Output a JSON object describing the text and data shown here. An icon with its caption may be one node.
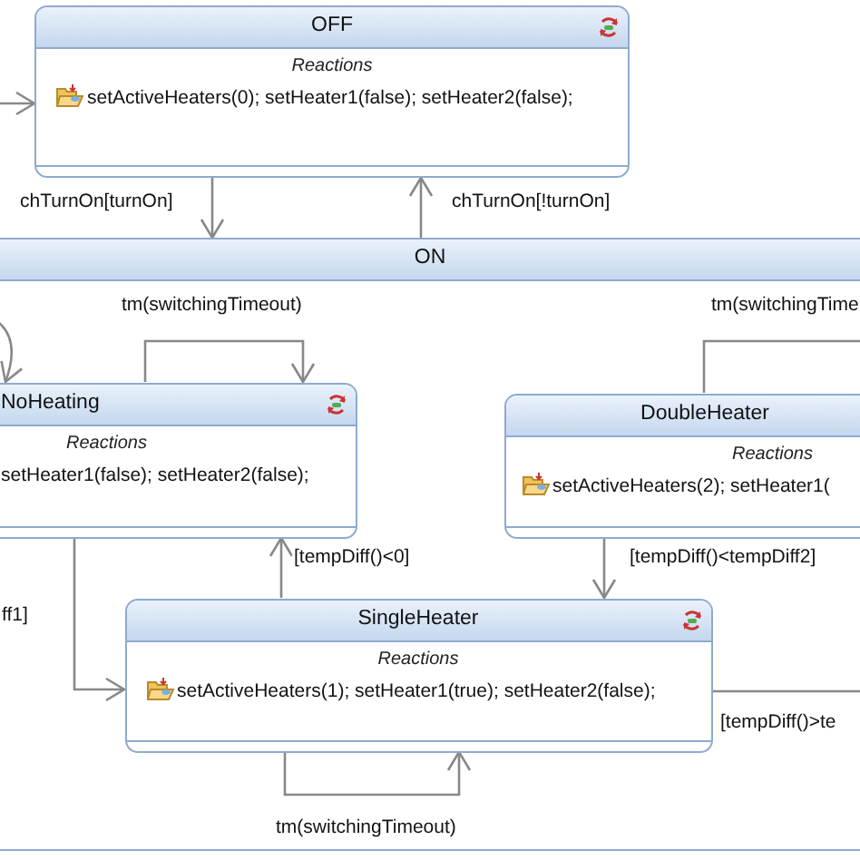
{
  "diagram": {
    "nodes": [
      {
        "text": [
          "OFF",
          "Reactions",
          "setActiveHeaters(0); setHeater1(false); setHeater2(false);"
        ]
      },
      {
        "text": [
          "ON"
        ]
      },
      {
        "text": [
          "NoHeating",
          "Reactions",
          "setHeater1(false); setHeater2(false);"
        ],
        "in": 1
      },
      {
        "text": [
          "DoubleHeater",
          "Reactions",
          "setActiveHeaters(2); setHeater1("
        ],
        "in": 1
      },
      {
        "text": [
          "SingleHeater",
          "Reactions",
          "setActiveHeaters(1); setHeater1(true); setHeater2(false);"
        ],
        "in": 1
      }
    ],
    "edges": [
      {
        "from": null,
        "to": 0,
        "arrow": "to"
      },
      {
        "from": 0,
        "to": 1,
        "arrow": "to",
        "label": "chTurnOn[turnOn]"
      },
      {
        "from": 1,
        "to": 0,
        "arrow": "to",
        "label": "chTurnOn[!turnOn]"
      },
      {
        "from": 2,
        "to": 2,
        "arrow": "to",
        "label": "tm(switchingTimeout)"
      },
      {
        "from": null,
        "to": 2,
        "arrow": "to"
      },
      {
        "from": 2,
        "to": 4,
        "arrow": "to",
        "label": "ff1]"
      },
      {
        "from": 4,
        "to": 2,
        "arrow": "to",
        "label": "[tempDiff()<0]"
      },
      {
        "from": 3,
        "to": null,
        "arrow": "none",
        "label": "tm(switchingTime"
      },
      {
        "from": 3,
        "to": 4,
        "arrow": "to",
        "label": "[tempDiff()<tempDiff2]"
      },
      {
        "from": 4,
        "to": null,
        "arrow": "none",
        "label": "[tempDiff()>te"
      },
      {
        "from": 4,
        "to": 4,
        "arrow": "to",
        "label": "tm(switchingTimeout)"
      }
    ]
  }
}
